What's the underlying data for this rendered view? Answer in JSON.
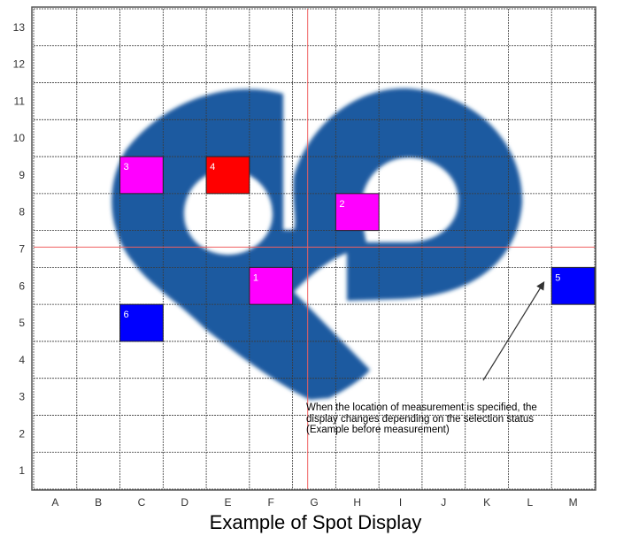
{
  "grid": {
    "columns": [
      "A",
      "B",
      "C",
      "D",
      "E",
      "F",
      "G",
      "H",
      "I",
      "J",
      "K",
      "L",
      "M"
    ],
    "rows": [
      "13",
      "12",
      "11",
      "10",
      "9",
      "8",
      "7",
      "6",
      "5",
      "4",
      "3",
      "2",
      "1"
    ],
    "crosshair_color": "#f06060",
    "logo_color": "#1c5aa0"
  },
  "spots": [
    {
      "label": "1",
      "col": "F",
      "row": 6,
      "color": "#ff00ff"
    },
    {
      "label": "2",
      "col": "H",
      "row": 8,
      "color": "#ff00ff"
    },
    {
      "label": "3",
      "col": "C",
      "row": 9,
      "color": "#ff00ff"
    },
    {
      "label": "4",
      "col": "E",
      "row": 9,
      "color": "#ff0000"
    },
    {
      "label": "5",
      "col": "M",
      "row": 6,
      "color": "#0000ff"
    },
    {
      "label": "6",
      "col": "C",
      "row": 5,
      "color": "#0000ff"
    }
  ],
  "annotation": {
    "line1": "When the location of measurement is specified, the",
    "line2": "display changes depending on the selection status",
    "line3": "(Example before measurement)"
  },
  "caption": "Example of Spot Display"
}
